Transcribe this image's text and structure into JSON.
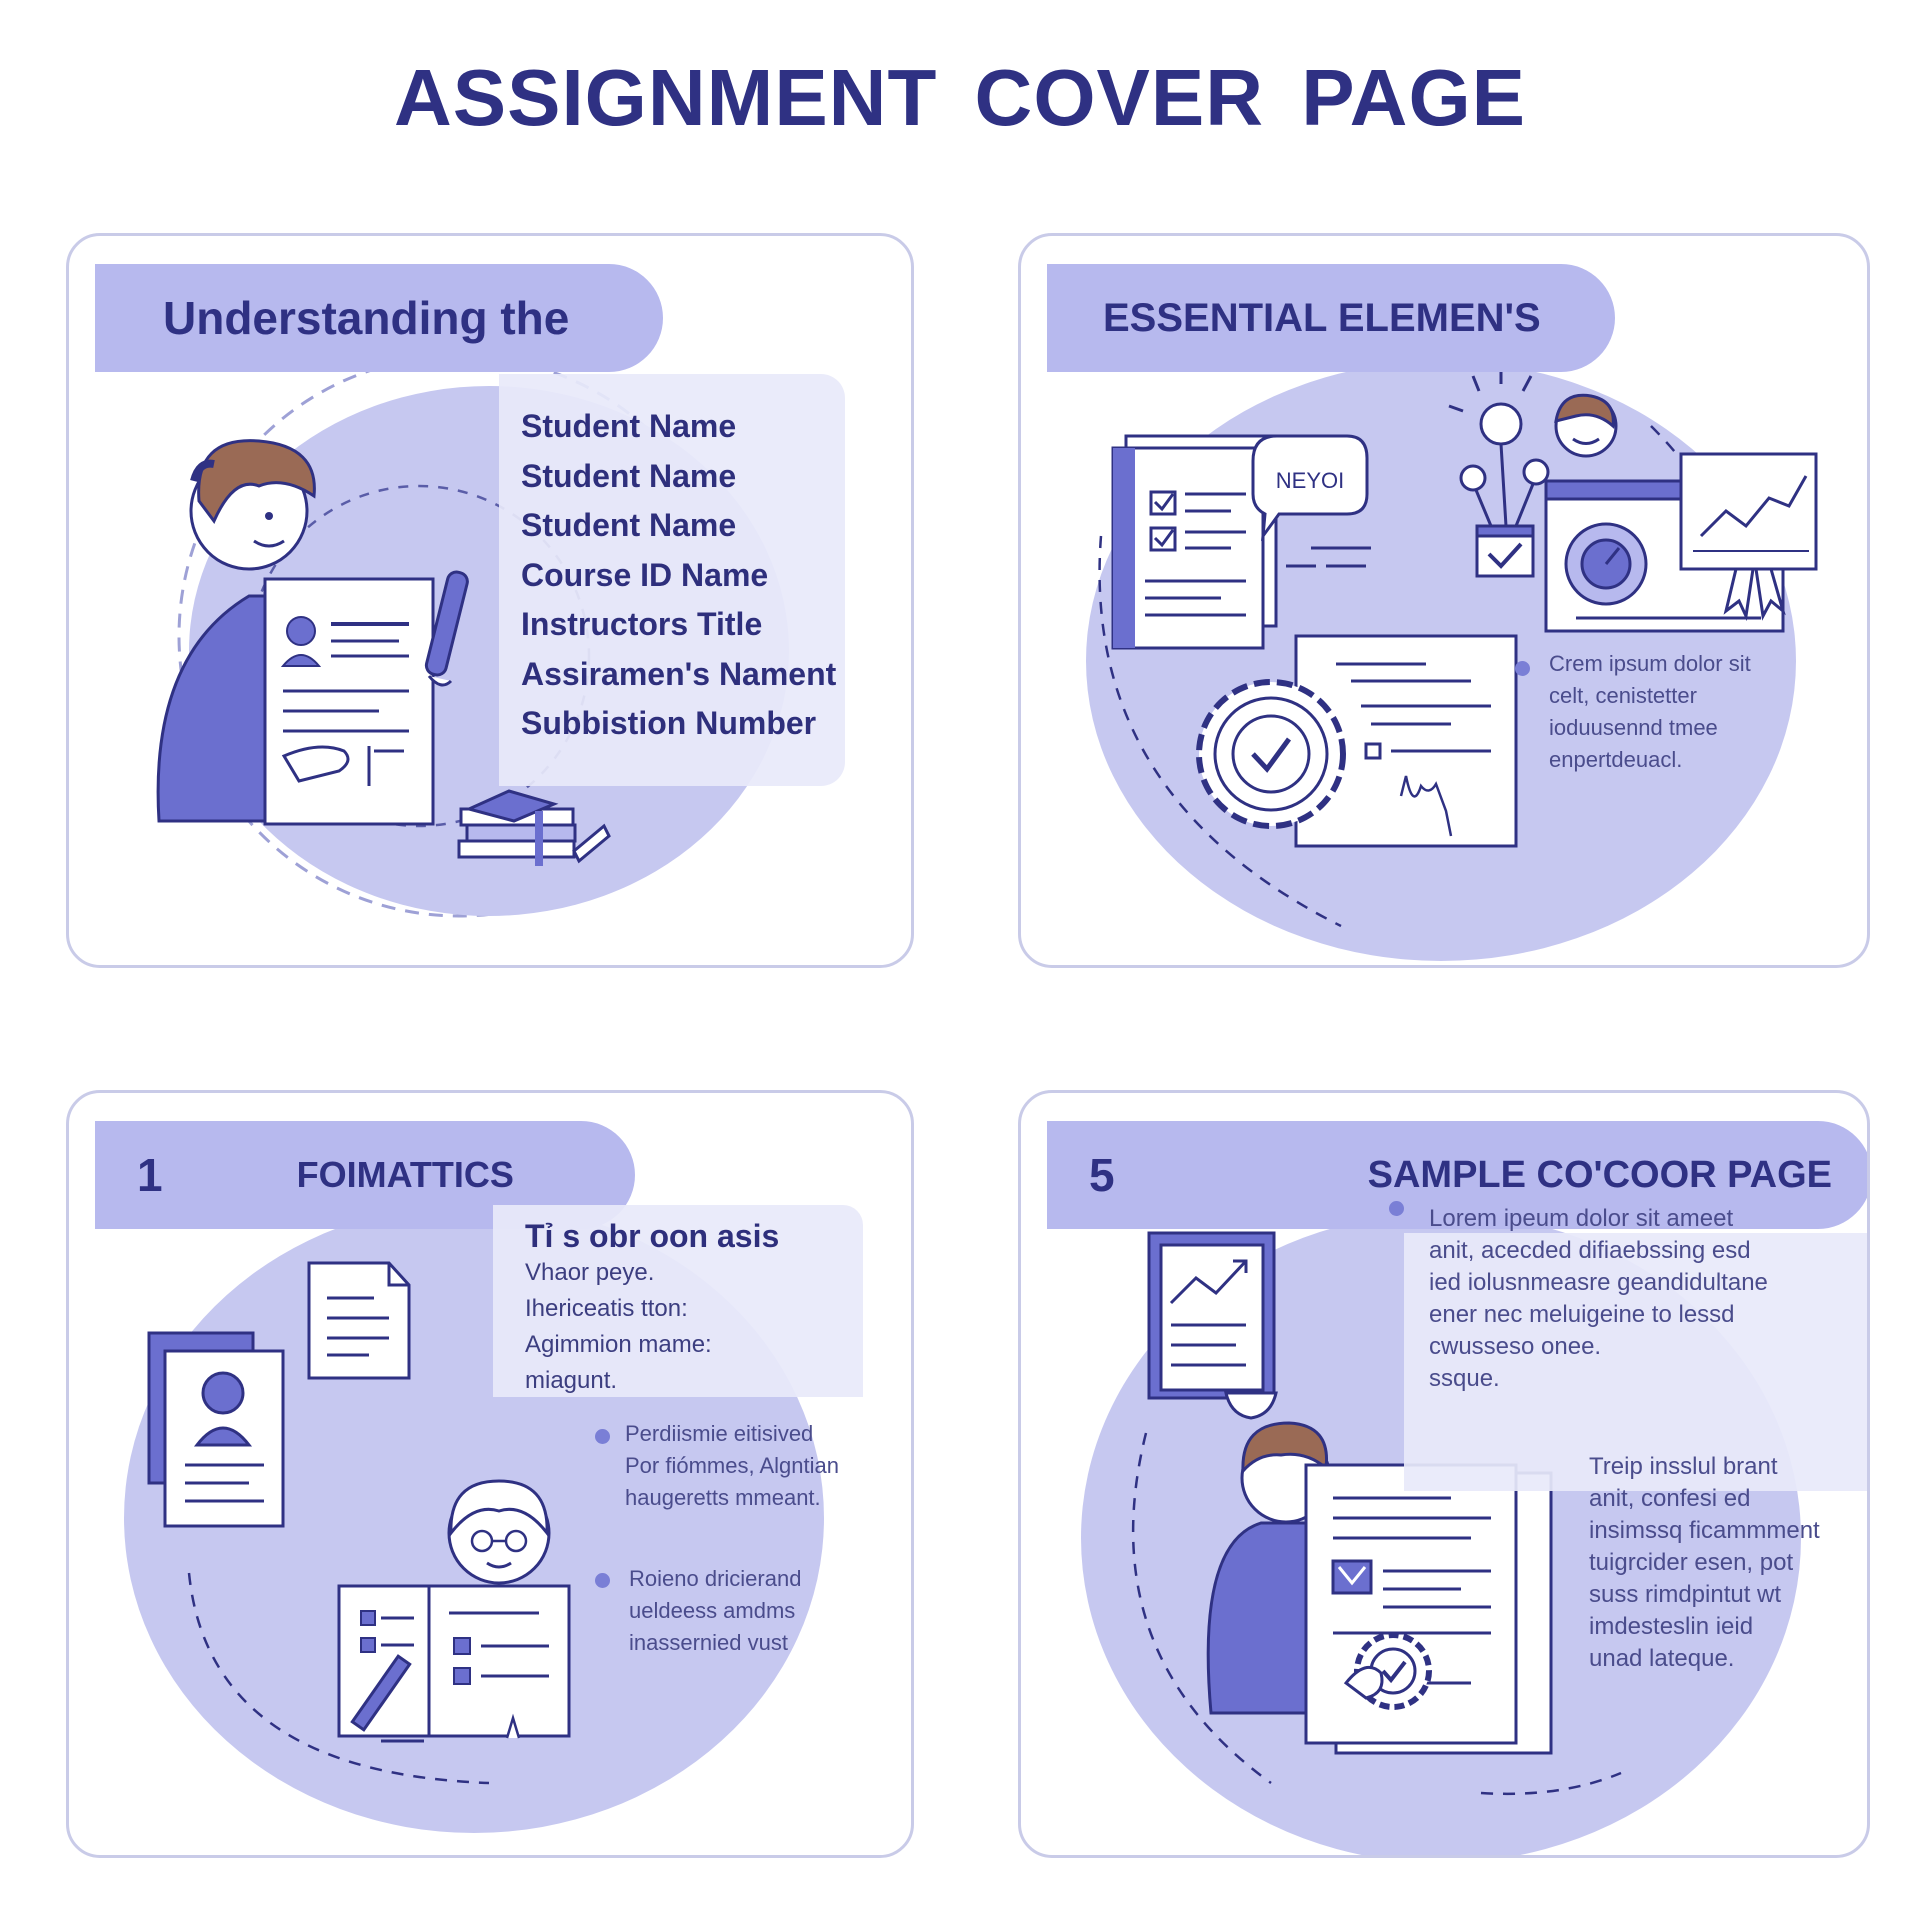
{
  "title": "ASSIGNMENT  COVER PAGE",
  "colors": {
    "primary": "#2f3183",
    "tab": "#b7b9ee",
    "blob": "#c6c8f0",
    "accent": "#7a7fd6",
    "border": "#c9cbe8"
  },
  "cards": {
    "understanding": {
      "tab_label": "Understanding the",
      "fields": [
        "Student Name",
        "Student Name",
        "Student Name",
        "Course ID Name",
        "Instructors Title",
        "Assiramen's Nament",
        "Subbistion Number"
      ],
      "icons": [
        "student-holding-document-icon",
        "pen-icon",
        "books-graduation-cap-icon"
      ]
    },
    "essential": {
      "tab_label": "ESSENTIAL ELEMEN'S",
      "speech_bubble": "NEYOI",
      "paragraph": [
        "Crem ipsum dolor sit",
        "celt, cenistetter",
        "ioduusennd tmee",
        "enpertdeuacl."
      ],
      "icons": [
        "checklist-document-icon",
        "speech-bubble-icon",
        "lightbulb-icon",
        "person-icon",
        "growth-chart-icon",
        "award-ribbon-icon",
        "gear-check-icon",
        "signed-document-icon"
      ]
    },
    "formatting": {
      "number": "1",
      "tab_label": "FOIMATTICS",
      "headline": "Tỉ s obr oon asis",
      "lines": [
        "Vhaor peye.",
        "Ihericeatis tton:",
        "Agimmion mame:",
        "miagunt."
      ],
      "bullet_1": [
        "Perdiismie eitisived",
        "Por fiómmes, Algntian",
        "haugeretts mmeant."
      ],
      "bullet_2": [
        "Roieno dricierand",
        "ueldeess amdms",
        "inassernied vust"
      ],
      "icons": [
        "profile-document-icon",
        "page-icon",
        "person-with-glasses-icon",
        "checklist-form-icon",
        "pencil-icon"
      ]
    },
    "sample": {
      "number": "5",
      "tab_label": "SAMPLE CO'COOR PAGE",
      "paragraph_1": [
        "Lorem ipeum dolor sit ameet",
        "anit, acecded difiaebssing esd",
        "ied iolusnmeasre geandidultane",
        "ener nec meluigeine to lessd",
        "cwusseso onee.",
        "ssque."
      ],
      "paragraph_2": [
        "Treip insslul brant",
        "anit, confesi ed",
        "insimssq ficammment",
        "tuigrcider esen, pot",
        "suss rimdpintut wt",
        "imdesteslin ieid",
        "unad lateque."
      ],
      "icons": [
        "framed-chart-icon",
        "person-holding-document-icon",
        "gear-check-icon"
      ]
    }
  }
}
